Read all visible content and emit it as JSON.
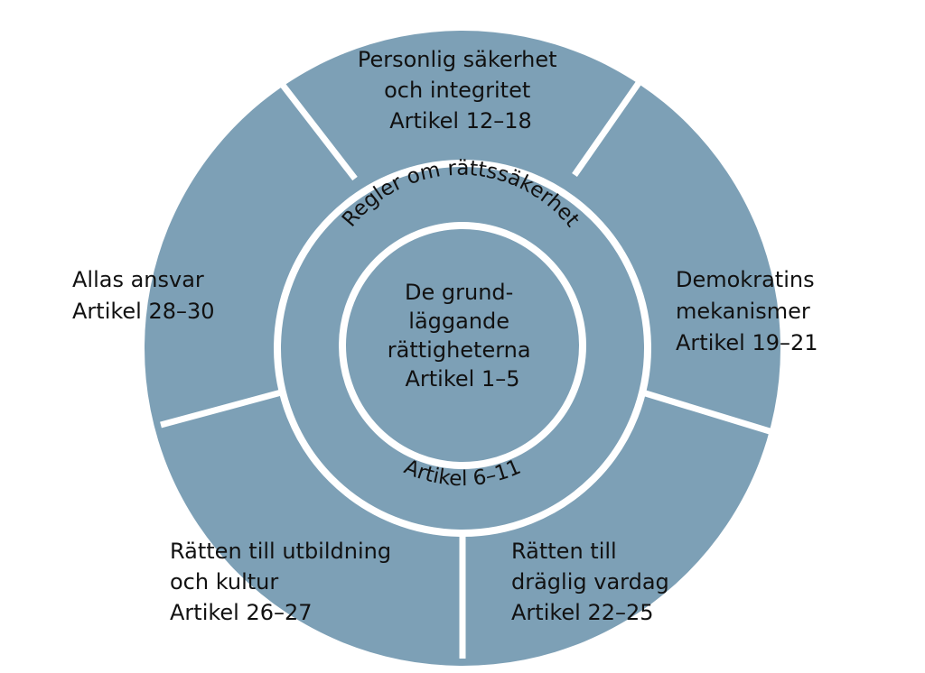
{
  "colors": {
    "ring_fill": "#7da0b6",
    "divider": "#ffffff",
    "text": "#111111",
    "background": "#ffffff"
  },
  "center": {
    "lines": [
      "De grund-",
      "läggande",
      "rättigheterna",
      "Artikel 1–5"
    ]
  },
  "middle_ring": {
    "top_label": "Regler om rättssäkerhet",
    "bottom_label": "Artikel 6–11"
  },
  "segments": [
    {
      "id": "personlig",
      "lines": [
        "Personlig säkerhet",
        "och integritet",
        "Artikel 12–18"
      ]
    },
    {
      "id": "demokratins",
      "lines": [
        "Demokratins",
        "mekanismer",
        "Artikel 19–21"
      ]
    },
    {
      "id": "vardag",
      "lines": [
        "Rätten till",
        "dräglig vardag",
        "Artikel 22–25"
      ]
    },
    {
      "id": "utbildning",
      "lines": [
        "Rätten till utbildning",
        "och kultur",
        "Artikel 26–27"
      ]
    },
    {
      "id": "ansvar",
      "lines": [
        "Allas ansvar",
        "Artikel 28–30"
      ]
    }
  ]
}
